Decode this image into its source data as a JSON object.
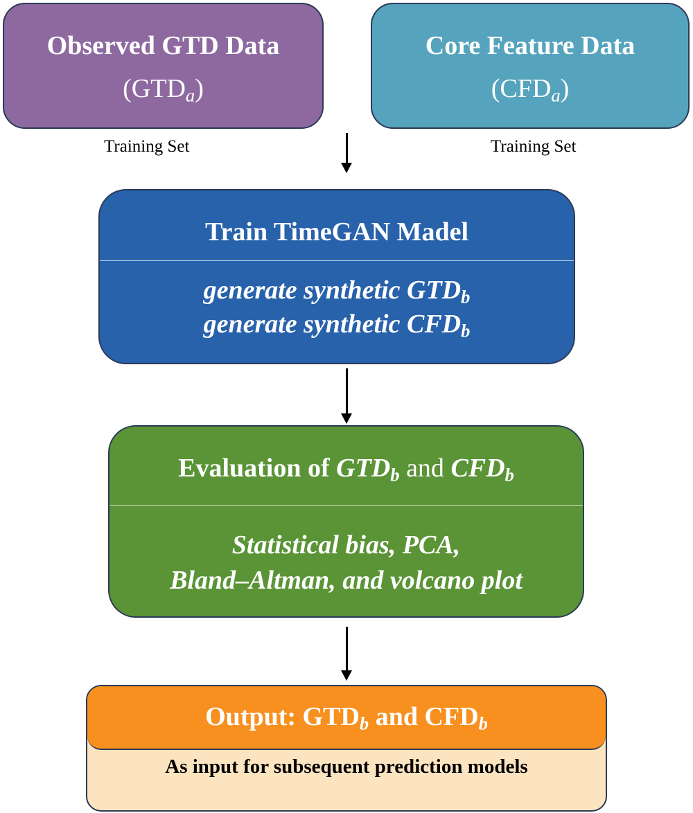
{
  "nodes": {
    "observed": {
      "title": "Observed GTD Data",
      "symbol_open": "(GTD",
      "symbol_sub": "a",
      "symbol_close": ")",
      "caption": "Training Set",
      "color": "#8e69a0"
    },
    "core": {
      "title": "Core Feature Data",
      "symbol_open": "(CFD",
      "symbol_sub": "a",
      "symbol_close": ")",
      "caption": "Training Set",
      "color": "#56a3bd"
    },
    "train": {
      "title": "Train TimeGAN Madel",
      "line1_prefix": "generate synthetic ",
      "line1_var": "GTD",
      "line1_sub": "b",
      "line2_prefix": "generate synthetic ",
      "line2_var": "CFD",
      "line2_sub": "b",
      "color": "#2862ab"
    },
    "evaluation": {
      "title_prefix": "Evaluation of ",
      "title_var1": "GTD",
      "title_sub1": "b",
      "title_mid": " and ",
      "title_var2": "CFD",
      "title_sub2": "b",
      "line1": "Statistical bias, PCA,",
      "line2": "Bland–Altman, and volcano plot",
      "color": "#5a9436"
    },
    "output": {
      "title_prefix": "Output: GTD",
      "title_sub1": "b",
      "title_mid": " and CFD",
      "title_sub2": "b",
      "description": "As input for subsequent prediction models",
      "header_color": "#f7901e",
      "body_color": "#fde4c0"
    }
  }
}
